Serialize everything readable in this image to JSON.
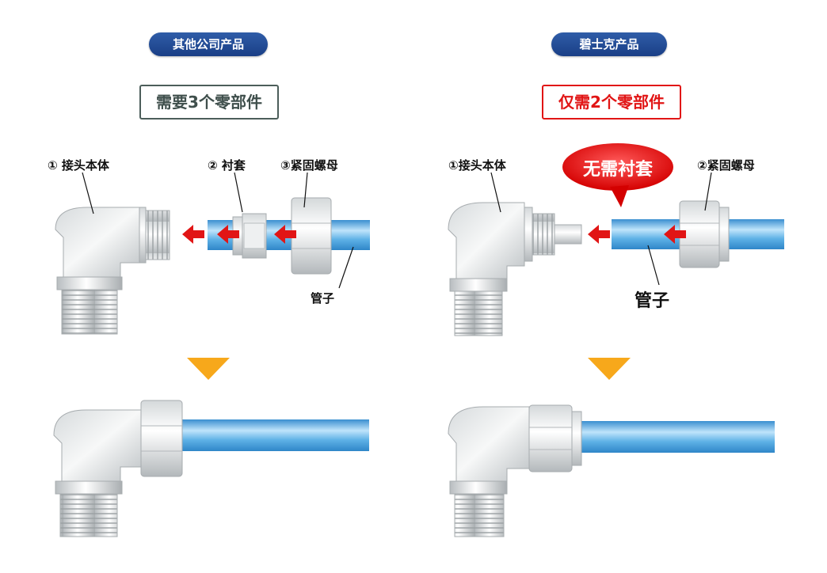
{
  "left": {
    "header": "其他公司产品",
    "headline": "需要3个零部件",
    "labels": {
      "body": "① 接头本体",
      "sleeve": "② 衬套",
      "nut": "③紧固螺母",
      "tube": "管子"
    }
  },
  "right": {
    "header": "碧士克产品",
    "headline": "仅需2个零部件",
    "bubble": "无需衬套",
    "labels": {
      "body": "①接头本体",
      "nut": "②紧固螺母",
      "tube": "管子"
    }
  },
  "colors": {
    "accent_red": "#e11515",
    "arrow_orange": "#f7a81b",
    "pill_blue": "#1f4a95",
    "tube_blue": "#4aa3df"
  }
}
